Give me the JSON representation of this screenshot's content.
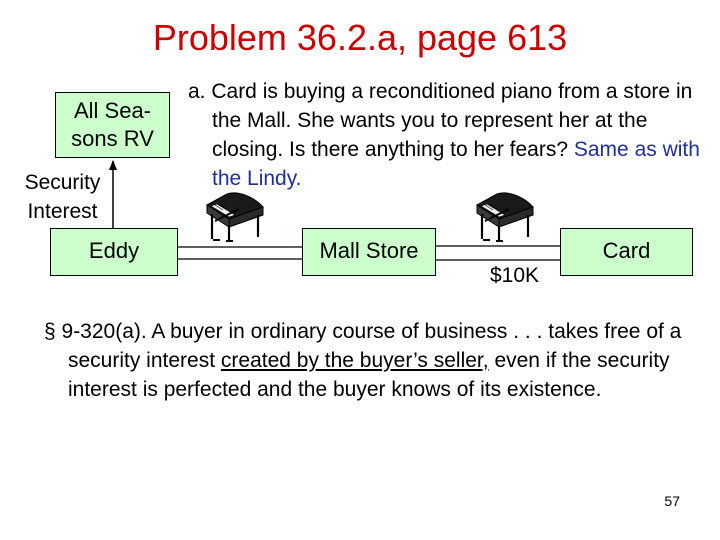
{
  "slide": {
    "title": "Problem 36.2.a, page 613",
    "page_number": "57"
  },
  "parties": {
    "lender": "All Sea-sons RV",
    "debtor": "Eddy",
    "seller": "Mall Store",
    "buyer": "Card"
  },
  "labels": {
    "security_interest": "Security Interest",
    "price": "$10K"
  },
  "problem": {
    "text": "a. Card is buying a reconditioned piano from a store in the Mall.  She wants you to represent her at the closing.  Is there anything to her fears? ",
    "note": "Same as with the Lindy."
  },
  "statute": {
    "lead": "§ 9-320(a).  A buyer in ordinary course of business . . . takes free of a security interest ",
    "underlined": "created by the buyer’s seller,",
    "rest": " even if the security interest is perfected and the buyer knows of its existence."
  },
  "icons": {
    "piano_1": "grand-piano-icon",
    "piano_2": "grand-piano-icon"
  },
  "colors": {
    "title": "#cc0000",
    "box_fill": "#ccffcc",
    "note": "#1f2f9f"
  }
}
